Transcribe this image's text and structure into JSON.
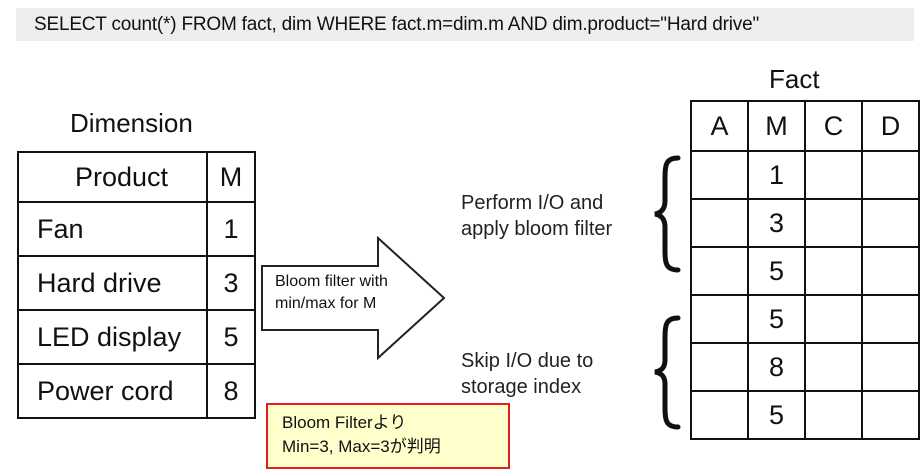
{
  "sql": "SELECT count(*) FROM fact, dim  WHERE fact.m=dim.m  AND dim.product=\"Hard  drive\"",
  "dimension": {
    "title": "Dimension",
    "header": {
      "product": "Product",
      "m": "M"
    },
    "rows": [
      {
        "product": "Fan",
        "m": "1"
      },
      {
        "product": "Hard drive",
        "m": "3"
      },
      {
        "product": "LED display",
        "m": "5"
      },
      {
        "product": "Power cord",
        "m": "8"
      }
    ]
  },
  "fact": {
    "title": "Fact",
    "columns": [
      "A",
      "M",
      "C",
      "D"
    ],
    "m_values": [
      "1",
      "3",
      "5",
      "5",
      "8",
      "5"
    ]
  },
  "arrow_label": {
    "line1": "Bloom filter with",
    "line2": "min/max for M"
  },
  "notes": {
    "perform": {
      "line1": "Perform I/O and",
      "line2": "apply bloom filter"
    },
    "skip": {
      "line1": "Skip I/O due to",
      "line2": "storage index"
    }
  },
  "bloom_note": {
    "line1": "Bloom Filterより",
    "line2": "Min=3, Max=3が判明"
  }
}
